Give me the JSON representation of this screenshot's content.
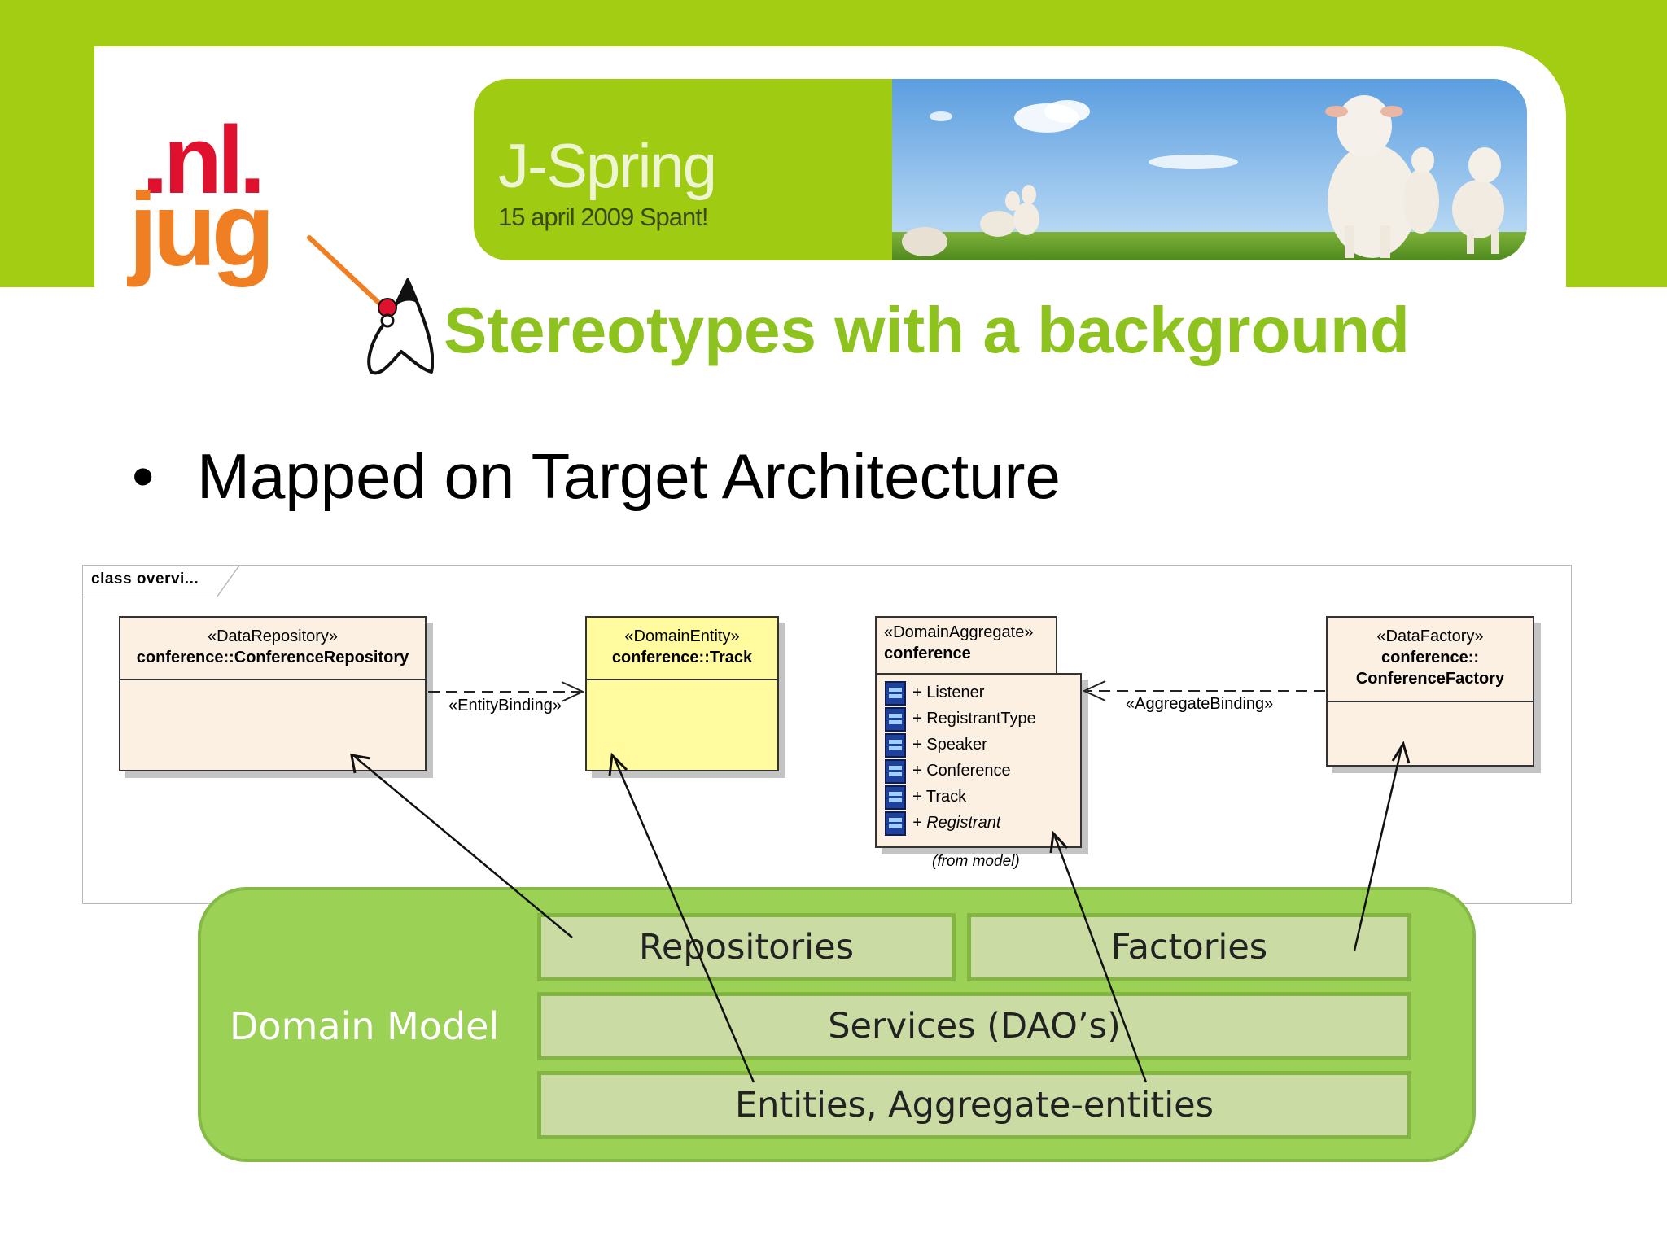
{
  "banner": {
    "title": "J-Spring",
    "subtitle": "15 april 2009 Spant!"
  },
  "logo": {
    "line1": ".nl.",
    "line2": "jug"
  },
  "slide": {
    "title": "Stereotypes with a background",
    "bullet_marker": "•",
    "bullet": "Mapped on Target Architecture"
  },
  "diagram": {
    "frame_label": "class overvi...",
    "classes": {
      "repository": {
        "stereotype": "«DataRepository»",
        "name": "conference::ConferenceRepository"
      },
      "track": {
        "stereotype": "«DomainEntity»",
        "name": "conference::Track"
      },
      "aggregate": {
        "stereotype": "«DomainAggregate»",
        "name": "conference",
        "items": [
          "+ Listener",
          "+ RegistrantType",
          "+ Speaker",
          "+ Conference",
          "+ Track",
          "+ Registrant"
        ],
        "from": "(from model)"
      },
      "factory": {
        "stereotype": "«DataFactory»",
        "name_line1": "conference::",
        "name_line2": "ConferenceFactory"
      }
    },
    "connectors": {
      "entity_binding": "«EntityBinding»",
      "aggregate_binding": "«AggregateBinding»"
    }
  },
  "domain_model": {
    "label": "Domain Model",
    "layers": {
      "repositories": "Repositories",
      "factories": "Factories",
      "services": "Services (DAO’s)",
      "entities": "Entities, Aggregate-entities"
    }
  },
  "colors": {
    "brand_green": "#a3cd12",
    "title_green": "#8dc21f",
    "domain_green": "#9bd155",
    "layer_fill": "#cadba4",
    "class_fill": "#fcf0e2",
    "entity_fill": "#fffb9e",
    "logo_red": "#e0112f",
    "logo_orange": "#f07e22"
  }
}
